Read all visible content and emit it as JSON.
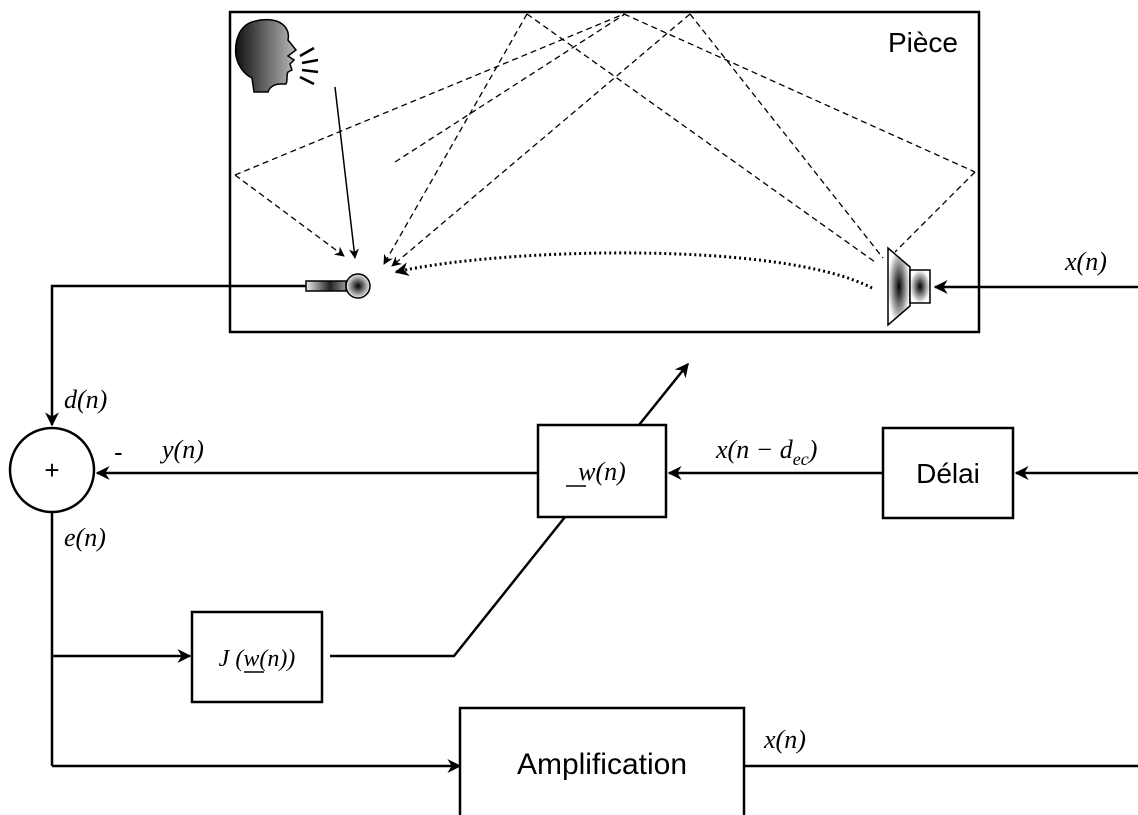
{
  "room": {
    "label": "Pièce"
  },
  "blocks": {
    "delay": "Délai",
    "filter": "w(n)",
    "cost": "J (w(n))",
    "amplification": "Amplification"
  },
  "summer": {
    "symbol": "+",
    "minus_sign": "-"
  },
  "signals": {
    "x_in": "x(n)",
    "x_delayed": "x(n − d",
    "x_delayed_subscript": "ec",
    "x_delayed_close": ")",
    "y": "y(n)",
    "d": "d(n)",
    "e": "e(n)",
    "x_out": "x(n)"
  },
  "icons": {
    "speaker_head": "speaking-head-icon",
    "microphone": "microphone-icon",
    "loudspeaker": "loudspeaker-icon"
  }
}
